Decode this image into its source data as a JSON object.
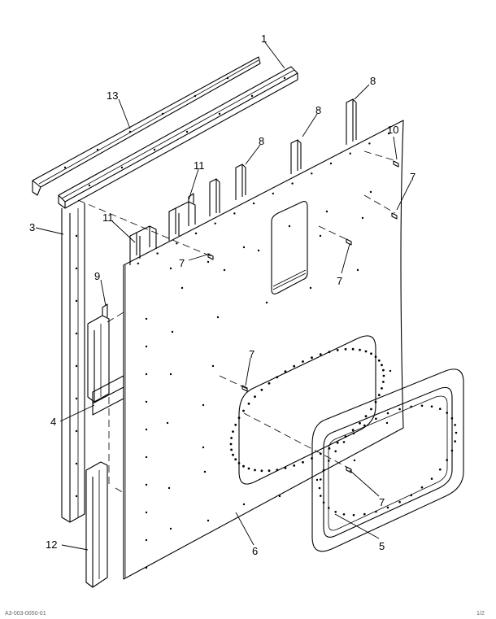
{
  "figure": {
    "callouts": [
      {
        "id": "c1",
        "text": "1"
      },
      {
        "id": "c13",
        "text": "13"
      },
      {
        "id": "c8a",
        "text": "8"
      },
      {
        "id": "c8b",
        "text": "8"
      },
      {
        "id": "c8c",
        "text": "8"
      },
      {
        "id": "c10",
        "text": "10"
      },
      {
        "id": "c7a",
        "text": "7"
      },
      {
        "id": "c11a",
        "text": "11"
      },
      {
        "id": "c3",
        "text": "3"
      },
      {
        "id": "c11b",
        "text": "11"
      },
      {
        "id": "c7b",
        "text": "7"
      },
      {
        "id": "c7c",
        "text": "7"
      },
      {
        "id": "c9",
        "text": "9"
      },
      {
        "id": "c7d",
        "text": "7"
      },
      {
        "id": "c4",
        "text": "4"
      },
      {
        "id": "c7e",
        "text": "7"
      },
      {
        "id": "c12",
        "text": "12"
      },
      {
        "id": "c6",
        "text": "6"
      },
      {
        "id": "c5",
        "text": "5"
      }
    ],
    "footer_left": "A3-003-0050-01",
    "footer_right": "1/2"
  }
}
